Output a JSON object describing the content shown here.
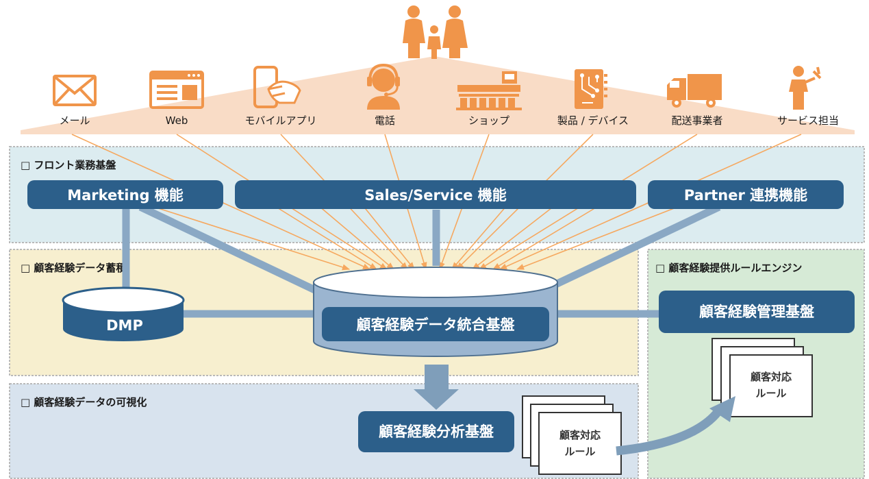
{
  "channels": [
    {
      "label": "メール",
      "icon": "mail-icon"
    },
    {
      "label": "Web",
      "icon": "web-browser-icon"
    },
    {
      "label": "モバイルアプリ",
      "icon": "mobile-app-icon"
    },
    {
      "label": "電話",
      "icon": "headset-operator-icon"
    },
    {
      "label": "ショップ",
      "icon": "shop-icon"
    },
    {
      "label": "製品 / デバイス",
      "icon": "chip-device-icon"
    },
    {
      "label": "配送事業者",
      "icon": "delivery-truck-icon"
    },
    {
      "label": "サービス担当",
      "icon": "service-staff-icon"
    }
  ],
  "customer_icon": "family-icon",
  "zones": {
    "front": {
      "title": "□ フロント業務基盤"
    },
    "accumulation": {
      "title": "□ 顧客経験データ蓄積"
    },
    "visualization": {
      "title": "□ 顧客経験データの可視化"
    },
    "rule_engine": {
      "title": "□ 顧客経験提供ルールエンジン"
    }
  },
  "boxes": {
    "marketing": "Marketing 機能",
    "sales_service": "Sales/Service 機能",
    "partner": "Partner 連携機能",
    "dmp": "DMP",
    "integration": "顧客経験データ統合基盤",
    "management": "顧客経験管理基盤",
    "analysis": "顧客経験分析基盤"
  },
  "documents": {
    "rules_left": [
      "顧客対応",
      "ルール"
    ],
    "rules_right": [
      "顧客対応",
      "ルール"
    ]
  },
  "colors": {
    "box": "#2c5f8a",
    "icon": "#f0954a",
    "arrow": "#f6a85f",
    "pyramid": "#f9dcc6",
    "front_bg": "#dcecf0",
    "accum_bg": "#f7efcf",
    "visual_bg": "#d8e3ee",
    "rule_bg": "#d6ead6",
    "connector": "#8aa8c4",
    "db_body": "#9bb5d0"
  }
}
